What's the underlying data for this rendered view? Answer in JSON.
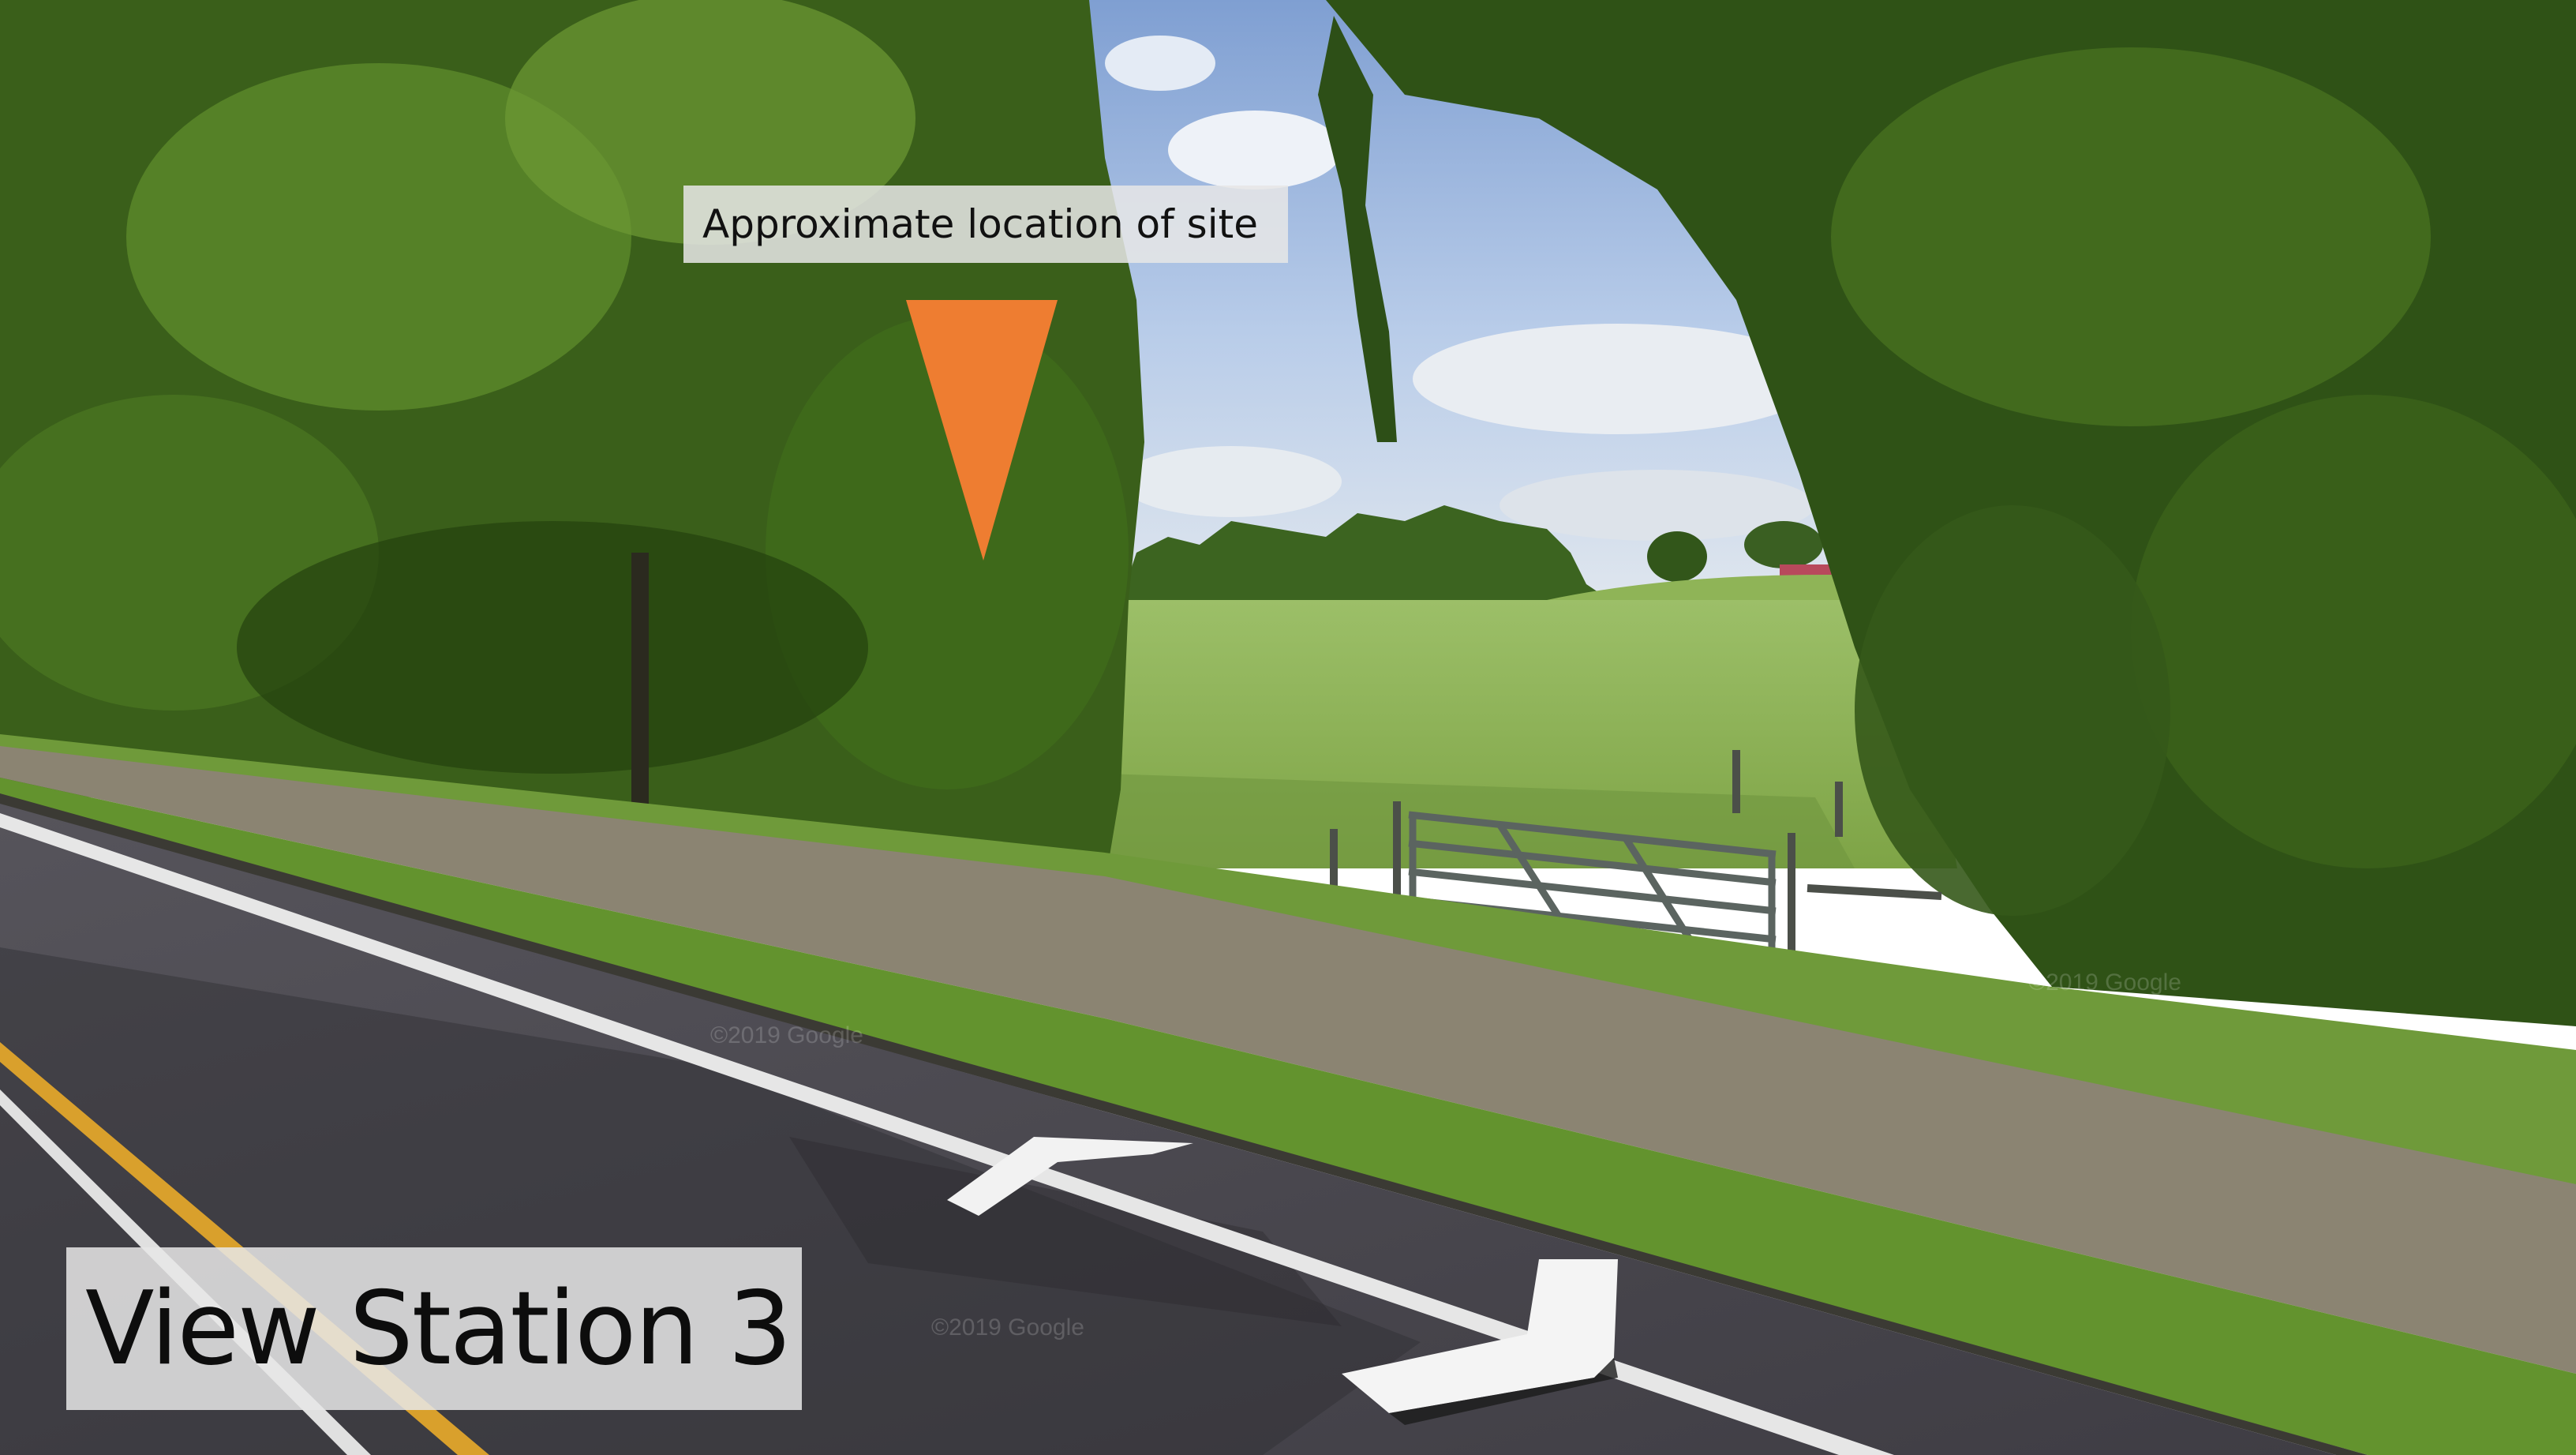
{
  "annotation": {
    "location_label": "Approximate location of site",
    "marker_color": "#ee7d31"
  },
  "station": {
    "title": "View Station 3"
  },
  "watermarks": [
    "©2019 Google",
    "©2019 Google",
    "©2019 Google"
  ],
  "scene": {
    "sky_color": "#a9c3e6",
    "foliage_color": "#3f6b1c",
    "grass_color": "#8fb457",
    "road_color": "#4d4b52",
    "sidewalk_color": "#8b8472"
  }
}
